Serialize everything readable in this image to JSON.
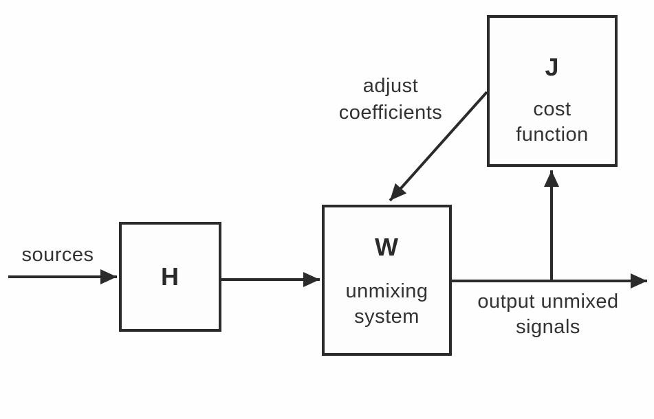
{
  "diagram": {
    "type": "block-diagram",
    "topic": "blind source separation / ICA adaptive unmixing loop",
    "colors": {
      "stroke": "#2b2b2b",
      "background": "#fefefe",
      "box_fill": "#fdfdfd"
    },
    "nodes": {
      "mixing_system": {
        "symbol": "H"
      },
      "unmixing_system": {
        "symbol": "W",
        "desc_line1": "unmixing",
        "desc_line2": "system"
      },
      "cost_function": {
        "symbol": "J",
        "desc_line1": "cost",
        "desc_line2": "function"
      }
    },
    "labels": {
      "sources": "sources",
      "adjust_line1": "adjust",
      "adjust_line2": "coefficients",
      "output_line1": "output unmixed",
      "output_line2": "signals"
    },
    "edges": [
      {
        "from": "sources-input",
        "to": "H",
        "label": "sources",
        "direction": "right"
      },
      {
        "from": "H",
        "to": "W",
        "label": "",
        "direction": "right"
      },
      {
        "from": "W",
        "to": "output",
        "label": "output unmixed signals",
        "direction": "right"
      },
      {
        "from": "output-line",
        "to": "J",
        "label": "",
        "direction": "up"
      },
      {
        "from": "J",
        "to": "W",
        "label": "adjust coefficients",
        "direction": "down-left"
      }
    ]
  }
}
